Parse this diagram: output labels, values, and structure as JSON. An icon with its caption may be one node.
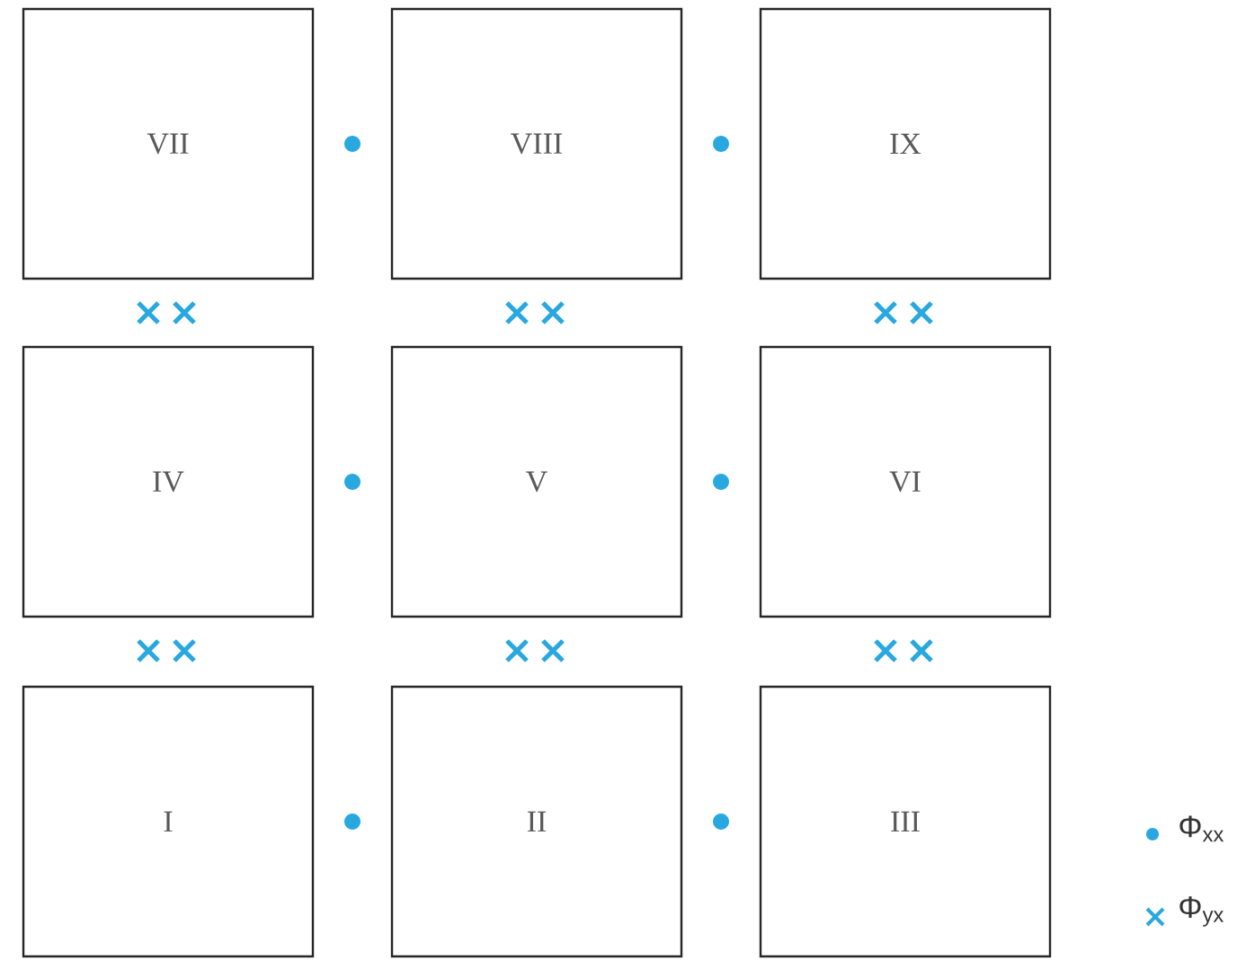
{
  "diagram": {
    "nodes": [
      {
        "text": [
          "VII"
        ]
      },
      {
        "text": [
          "VIII"
        ]
      },
      {
        "text": [
          "IX"
        ]
      },
      {
        "text": [
          "IV"
        ]
      },
      {
        "text": [
          "V"
        ]
      },
      {
        "text": [
          "VI"
        ]
      },
      {
        "text": [
          "I"
        ]
      },
      {
        "text": [
          "II"
        ]
      },
      {
        "text": [
          "III"
        ]
      }
    ],
    "legend": [
      {
        "text": "Φ$_{xx}$"
      },
      {
        "text": "Φ$_{yx}$"
      }
    ]
  }
}
